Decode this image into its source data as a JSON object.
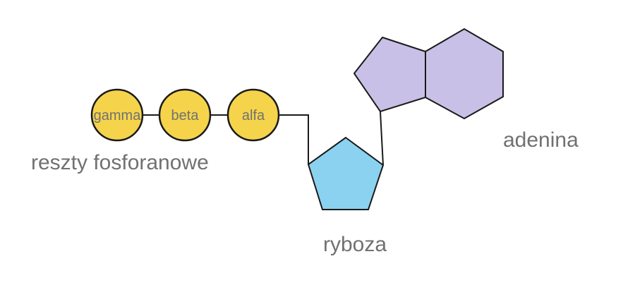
{
  "diagram": {
    "phosphates": {
      "group_label": "reszty fosforanowe",
      "units": [
        {
          "label": "gamma"
        },
        {
          "label": "beta"
        },
        {
          "label": "alfa"
        }
      ]
    },
    "ribose": {
      "label": "ryboza"
    },
    "adenine": {
      "label": "adenina"
    }
  },
  "colors": {
    "phosphate_fill": "#F5D44B",
    "ribose_fill": "#8BD2F1",
    "adenine_fill": "#C8C0E6",
    "outline": "#1A1A1A",
    "label_gray": "#717171"
  }
}
